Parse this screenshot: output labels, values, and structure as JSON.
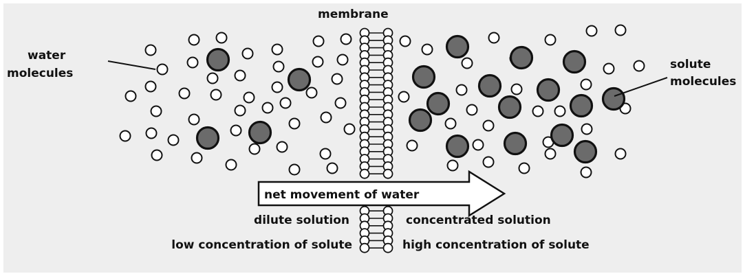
{
  "labels": {
    "membrane": "membrane",
    "water_line1": "water",
    "water_line2": "molecules",
    "solute_line1": "solute",
    "solute_line2": "molecules",
    "arrow": "net movement of water",
    "left_side": "dilute solution",
    "right_side": "concentrated solution",
    "left_conc": "low concentration of solute",
    "right_conc": "high concentration of solute"
  },
  "colors": {
    "background": "#eeeeee",
    "solute_fill": "#6b6b6b",
    "outline": "#111111",
    "water_fill": "#ffffff"
  }
}
